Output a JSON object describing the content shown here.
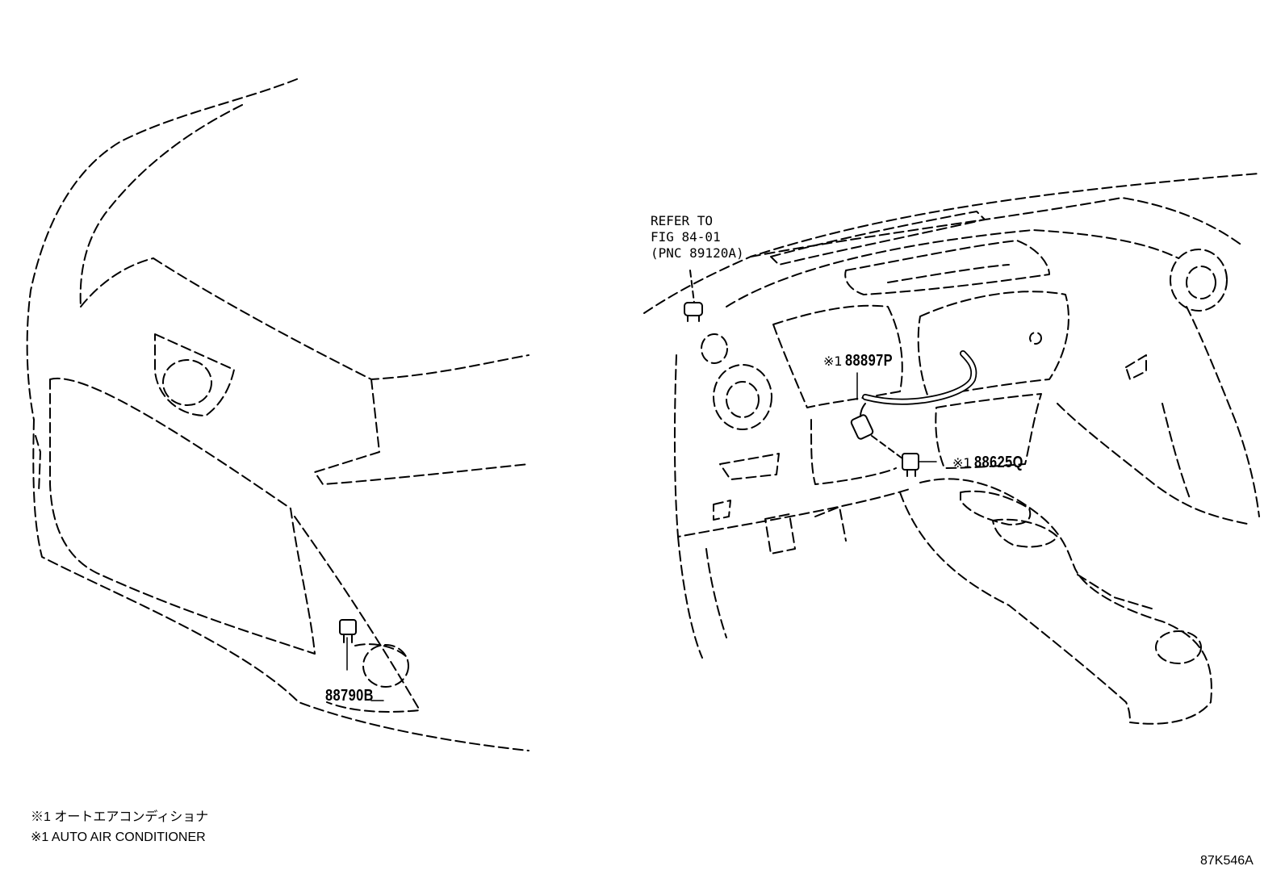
{
  "callouts": {
    "front_sensor": "88790B",
    "interior_sensor_mark": "※1",
    "interior_sensor": "88897P",
    "connector_mark": "※1",
    "connector": "88625Q"
  },
  "reference_note": {
    "line1": "REFER TO",
    "line2": "FIG 84-01",
    "line3": "(PNC 89120A)"
  },
  "legend": {
    "japanese": "※1 オートエアコンディショナ",
    "english": "※1 AUTO AIR CONDITIONER"
  },
  "figure_id": "87K546A"
}
